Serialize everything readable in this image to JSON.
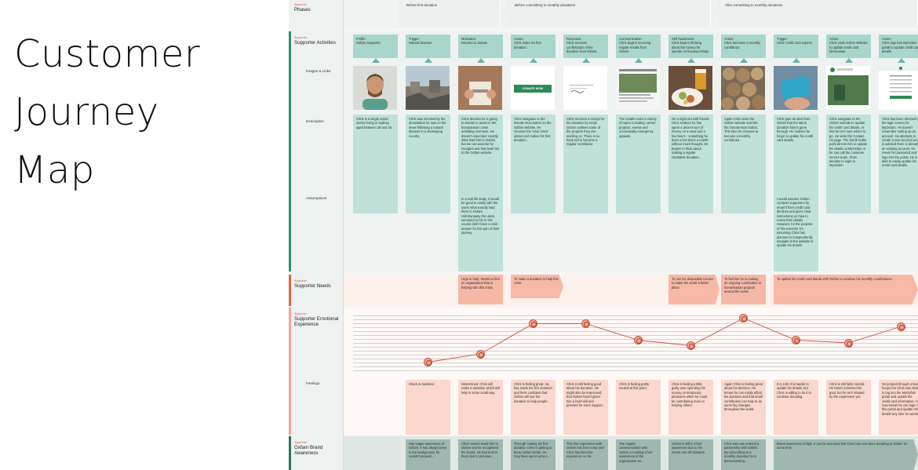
{
  "title_lines": [
    "Customer",
    "Journey",
    "Map"
  ],
  "lanes": {
    "phases": {
      "tiny": "Supporter",
      "label": "Phases"
    },
    "activities": {
      "tiny": "Supporter",
      "label": "Supporter Activities"
    },
    "images": "Images & Links",
    "description": "Description",
    "assumptions": "Assumptions",
    "needs": {
      "tiny": "Supporter",
      "label": "Supporter Needs"
    },
    "emotional": {
      "tiny": "Supporter",
      "label": "Supporter Emotional Experience"
    },
    "feelings": "Feelings",
    "brand": {
      "tiny": "Supporter",
      "label": "Oxfam Brand Awareness"
    }
  },
  "phases": [
    "Before first donation",
    "Before committing to monthly donations",
    "After committing to monthly donations"
  ],
  "activities": [
    {
      "title": "Profile:",
      "text": "Oxfam Supporter"
    },
    {
      "title": "Trigger:",
      "text": "Natural Disaster"
    },
    {
      "title": "Motivated:",
      "text": "Decides to donate"
    },
    {
      "title": "Action:",
      "text": "Chris make his first donation."
    },
    {
      "title": "Response:",
      "text": "Chris receives confirmation of the donation from Oxfam."
    },
    {
      "title": "Communication:",
      "text": "Chris begins receiving regular emails from Oxfam."
    },
    {
      "title": "Self Awareness:",
      "text": "Chris begins thinking about the money he spends on frivolous things"
    },
    {
      "title": "Action:",
      "text": "Chris becomes a monthly contributor."
    },
    {
      "title": "Trigger:",
      "text": "Chris' credit card expires"
    },
    {
      "title": "Action:",
      "text": "Chris visits Oxfam Website to update credit card information."
    },
    {
      "title": "Action:",
      "text": "Chris logs into MyOxfam portal to update credit card details."
    }
  ],
  "donate_button": "DONATE NOW",
  "descriptions": [
    "Chris is a single social worker living in Sydney aged between 28 and 45.",
    "Chris was shocked by the devastation he saw on the news following a natural disaster in a developing country.",
    "Chris decides he is going to donate to assist in the humanitarian crisis unfolding overseas. He doesn't remember exactly what lead him to Oxfam, but we can assume he Googled and that lead him to the Oxfam website.",
    "Chris navigates to the Donate Now button on the Oxfam website. He chooses the 'Give Once' option and makes his first donation.",
    "Chris receives a receipt for his donation by email. Oxfam outlines some of the projects they are working on. There is no hard-sell to become a regular contributor.",
    "The emails cover a variety of topics including current projects, events and occasionally emergency appeals.",
    "On a night out with friends Chris realises he has spent a decent sum of money on a meal and a few beers - something he does a few times a month without much thought. He begins to think about making a regular charitable donation.",
    "Again Chris visits the Oxfam website and hits the Donate Now button. This time he chooses to become a monthly contributor.",
    "Chris gets an alert from Oxfam that the latest donation hasn't gone through. He realises he forgot to update his credit card details.",
    "Chris navigates to the Oxfam website to update his credit card details. At first he isn't sure where to go. He visits the Contact Us page. The fourth bullet point directs him to update his details at MyOxfam or he can call the customer service team. Chris decides to login to MyOxfam.",
    "Chris has been directed to the login screen for MyOxfam. He doesn't remember setting up an account. He attempts to create a new account and is advised there is already an existing account. He resets his password and logs into the portal. He is able to easily update his credit card details."
  ],
  "assumptions": {
    "c2": "In a real life study, it would be good to clarify with the users what exactly lead them to Oxfam. Unfortunately the users surveyed so far in this course didn't have a solid answer for this part of their journey.",
    "c8": "I would assume Oxfam contacts supporters by email if their credit card declines and gives clear instructions on how to renew their details. However, for the purpose of this exercise I'm assuming Chris has planned to independently navigate to the website to update his details."
  },
  "needs": {
    "c2": "Urge to help: Needs to find an organisation that is helping with this crisis.",
    "c3": "To make a donation to help this crisis.",
    "c6": "To use his disposable income to make the world a better place.",
    "c7": "To feel like he is making an ongoing contribution to humanitarian projects around the world.",
    "c8": "To update his credit card details with Oxfam to continue his monthly contributions."
  },
  "emotion_levels": [
    null,
    0.15,
    0.3,
    0.85,
    0.85,
    0.55,
    0.45,
    0.95,
    0.55,
    0.5,
    0.8
  ],
  "feelings": [
    "",
    "Shock & Sadness",
    "Determined. Chris will make a donation which will help in some small way.",
    "Chris is feeling great. He has made his first donation and feels confident that Oxfam will use his donation to help people.",
    "Chris is still feeling good about his donation. He might also be impressed that Oxfam hasn't given him a hard-sell and pressed for more support.",
    "Chris is feeling pretty neutral at this point.",
    "Chris is feeling a little guilty over spending his money on temporary pleasures when he could be contributing more to helping others.",
    "Again Chris is feeling great about his decision. He knows he can easily afford his donation and that small contribution can help to do some big changes throughout the world.",
    "It is a bit of a hassle to update his details, but Chris is willing to do it to continue donating.",
    "Chris is still fairly neutral. He hasn't achieved his goal, but he isn't irritated by the experience yet.",
    "He jumped through a few hoops but Chris was able to log into the MyOxfam portal and update the credit card information. He now knows he can login to this portal and update his details any time he wants."
  ],
  "brand": {
    "c1": "Has vague awareness of Oxfam. It has always been in the background, he couldn't pinpoint...",
    "c2": "Chris' search leads him to Oxfam and he recognised the brand. He had trust in them due to previous...",
    "c3": "Through making his first donation Chris is getting to know Oxfam better. He may have spent some t...",
    "c4": "This first experience with Oxfam has been easy and Chris has liked the experience so far.",
    "c5": "The regular communication with Oxfam is building Chris' awareness of the organisation an...",
    "c6": "Oxfam is still in Chris' awareness due to his recent one-off donation.",
    "c7": "Chris has now entered a partnership with Oxfam. By subscribing to a monthly donation he is demonstrating...",
    "c8": "Brand awareness is high. It can be assumed that Chris has now been donating to Oxfam for some time."
  },
  "colors": {
    "teal": "#a9d6cc",
    "accent_green": "#2f8f6f",
    "accent_orange": "#e2623f",
    "peach": "#f7b8a6",
    "dot_outline": "#c85540"
  }
}
